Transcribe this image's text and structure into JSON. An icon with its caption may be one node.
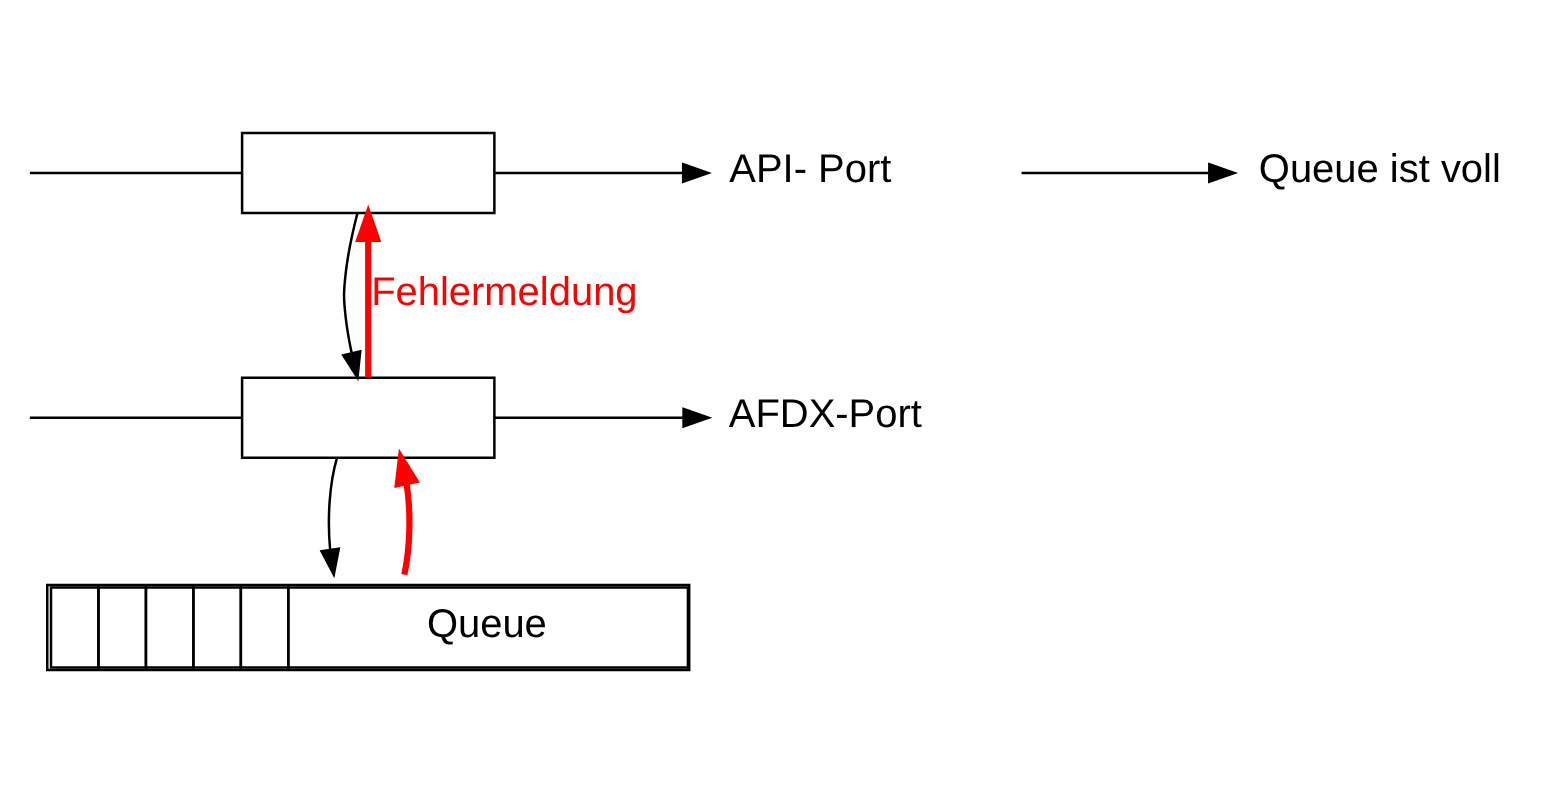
{
  "diagram": {
    "nodes": [
      {
        "text": [],
        "shape": "box"
      },
      {
        "text": [],
        "shape": "box"
      },
      {
        "text": [
          "Queue"
        ]
      },
      {
        "text": [
          "API- Port"
        ]
      },
      {
        "text": [
          "AFDX-Port"
        ]
      },
      {
        "text": [
          "Queue ist voll"
        ]
      }
    ],
    "edges": [
      {
        "from": null,
        "to": 0,
        "arrow": "none"
      },
      {
        "from": 0,
        "to": 3,
        "arrow": "to"
      },
      {
        "from": 0,
        "to": 1,
        "arrow": "to"
      },
      {
        "from": 1,
        "to": 0,
        "arrow": "to",
        "label": "Fehlermeldung",
        "color": "#ff0000",
        "style": "thick"
      },
      {
        "from": null,
        "to": 1,
        "arrow": "none"
      },
      {
        "from": 1,
        "to": 4,
        "arrow": "to"
      },
      {
        "from": 1,
        "to": 2,
        "arrow": "to"
      },
      {
        "from": 2,
        "to": 1,
        "arrow": "to",
        "color": "#ff0000",
        "style": "thick"
      },
      {
        "from": null,
        "to": 5,
        "arrow": "to"
      }
    ]
  }
}
